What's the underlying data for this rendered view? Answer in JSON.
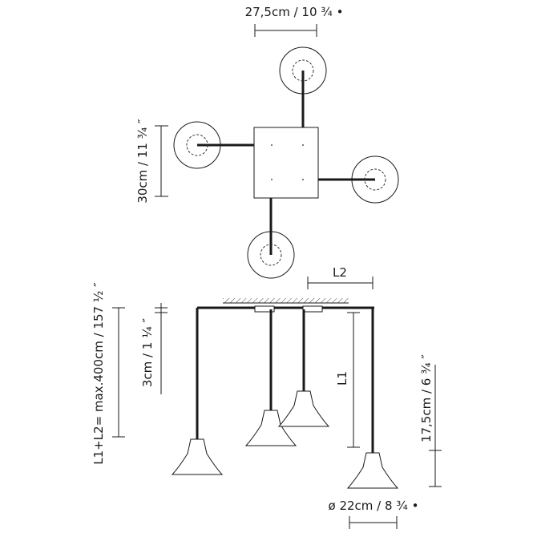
{
  "top_view": {
    "dim_width": "27,5cm / 10 ¾ •",
    "dim_height": "30cm / 11 ¾ ″"
  },
  "side_view": {
    "label_l2": "L2",
    "label_l1": "L1",
    "dim_total_length": "L1+L2= max.400cm / 157 ½ ″",
    "dim_canopy": "3cm / 1 ¼ ″",
    "dim_shade_height": "17,5cm / 6 ¾ ″",
    "dim_diameter": "ø 22cm / 8 ¾ •"
  },
  "colors": {
    "line": "#1a1a1a",
    "thin_line": "#333333",
    "shade_fill": "#ffffff"
  }
}
